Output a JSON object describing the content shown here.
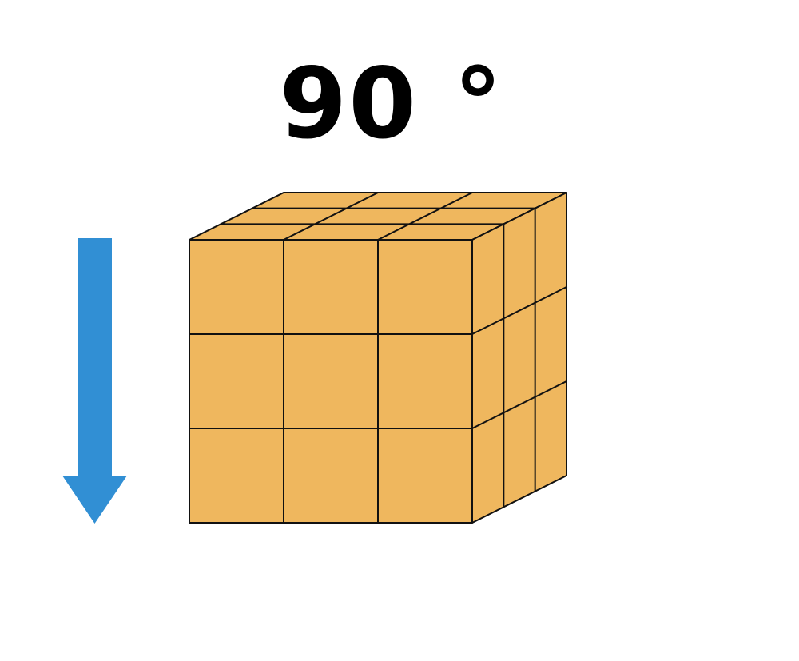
{
  "label": "90 °",
  "arrow": {
    "direction": "down",
    "color": "#318fd4"
  },
  "cube": {
    "grid": 3,
    "face_color": "#efb75e",
    "edge_color": "#111111"
  }
}
